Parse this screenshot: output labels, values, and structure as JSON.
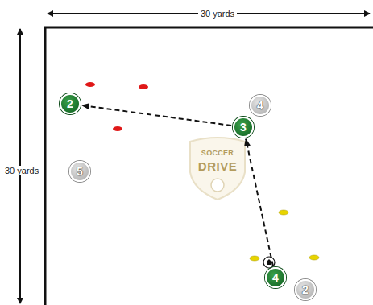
{
  "diagram": {
    "nodes": [
      {
        "text": [
          "2"
        ]
      },
      {
        "text": [
          "4"
        ]
      },
      {
        "text": [
          "3"
        ]
      },
      {
        "text": [
          "5"
        ]
      },
      {
        "text": [
          "4"
        ]
      },
      {
        "text": [
          "2"
        ]
      }
    ],
    "edges": [
      {
        "from": 4,
        "to": 2,
        "arrow": "to"
      },
      {
        "from": 2,
        "to": 0,
        "arrow": "to"
      }
    ],
    "labels": [
      "30 yards",
      "30 yards",
      "SOCCER",
      "DRIVE"
    ]
  }
}
